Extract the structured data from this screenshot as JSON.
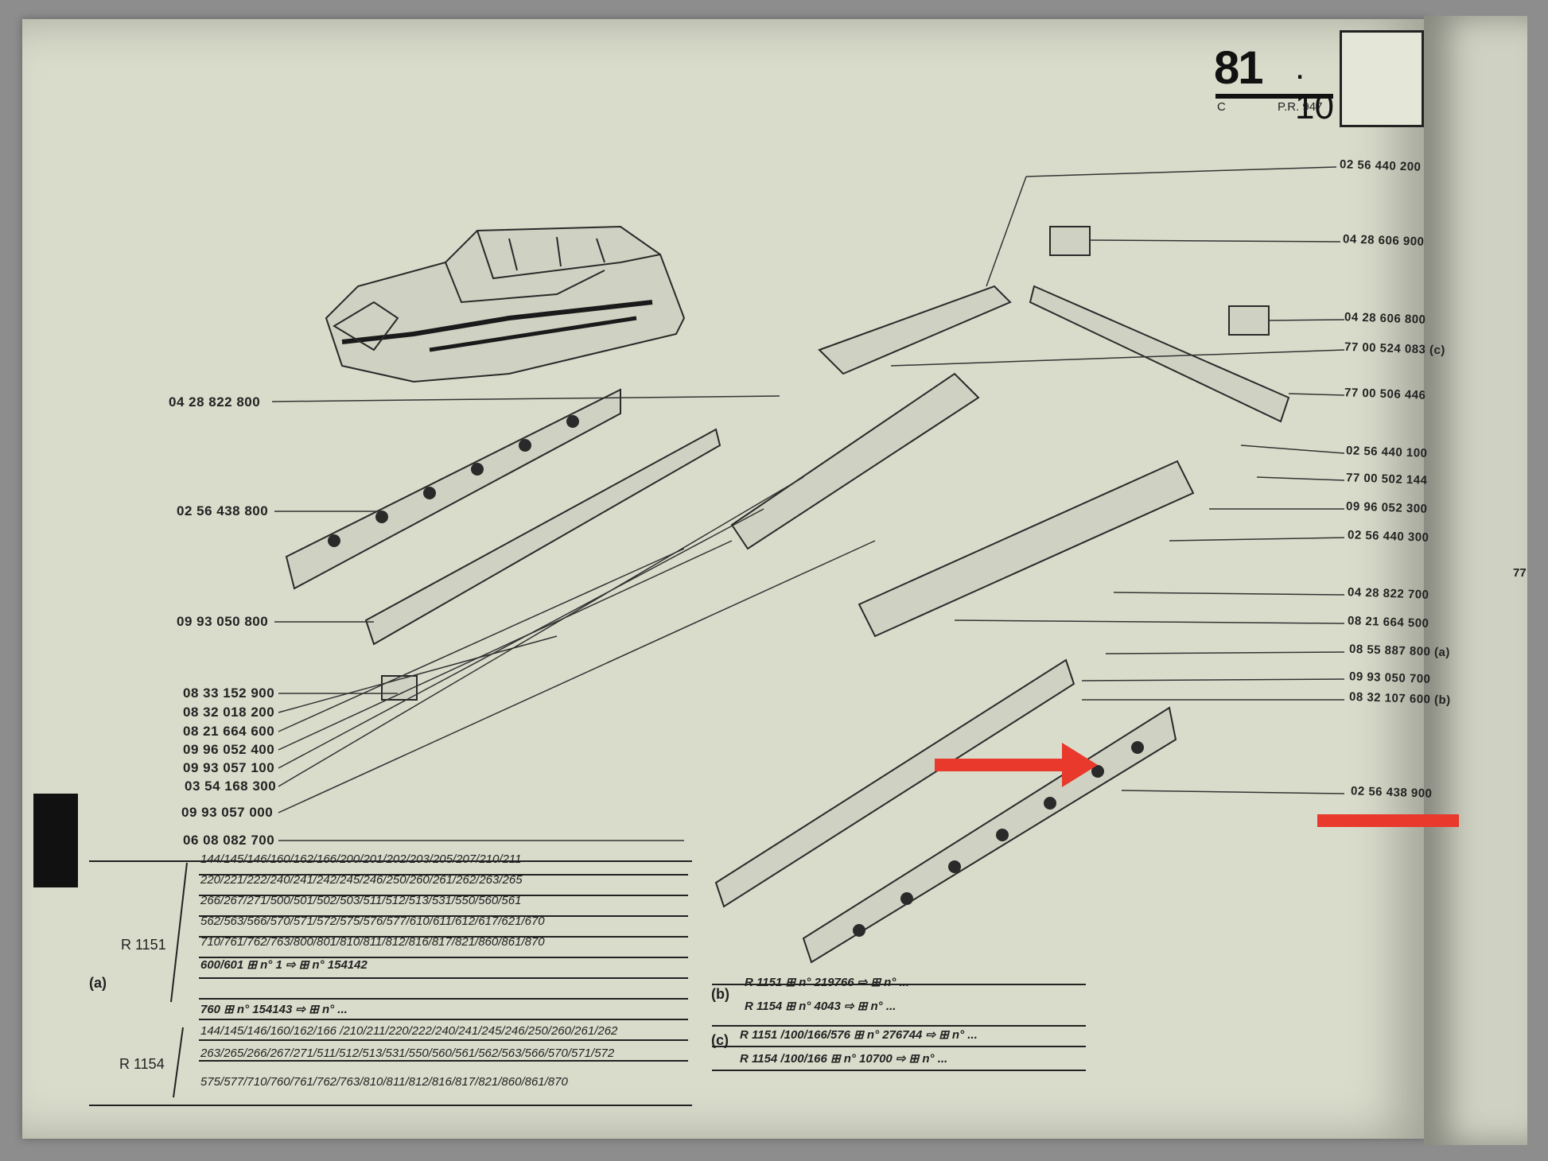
{
  "header": {
    "section": "81",
    "subsection": ". 10",
    "letter": "C",
    "pr": "P.R. 947"
  },
  "left_refs": [
    {
      "code": "04 28 822 800"
    },
    {
      "code": "02 56 438 800"
    },
    {
      "code": "09 93 050 800"
    },
    {
      "code": "08 33 152 900"
    },
    {
      "code": "08 32 018 200"
    },
    {
      "code": "08 21 664 600"
    },
    {
      "code": "09 96 052 400"
    },
    {
      "code": "09 93 057 100"
    },
    {
      "code": "03 54 168 300"
    },
    {
      "code": "09 93 057 000"
    },
    {
      "code": "06 08 082 700"
    }
  ],
  "right_refs": [
    {
      "code": "02 56 440 200"
    },
    {
      "code": "04 28 606 900"
    },
    {
      "code": "04 28 606 800"
    },
    {
      "code": "77 00 524 083 (c)"
    },
    {
      "code": "77 00 506 446"
    },
    {
      "code": "02 56 440 100"
    },
    {
      "code": "77 00 502 144"
    },
    {
      "code": "09 96 052 300"
    },
    {
      "code": "02 56 440 300"
    },
    {
      "code": "04 28 822 700"
    },
    {
      "code": "08 21 664 500"
    },
    {
      "code": "08 55 887 800 (a)"
    },
    {
      "code": "09 93 050 700"
    },
    {
      "code": "08 32 107 600 (b)"
    },
    {
      "code": "02 56 438 900"
    }
  ],
  "table_a": {
    "marker": "(a)",
    "r1151_label": "R 1151",
    "r1154_label": "R 1154",
    "r1151_rows": [
      "144/145/146/160/162/166/200/201/202/203/205/207/210/211",
      "220/221/222/240/241/242/245/246/250/260/261/262/263/265",
      "266/267/271/500/501/502/503/511/512/513/531/550/560/561",
      "562/563/566/570/571/572/575/576/577/610/611/612/617/621/670",
      "710/761/762/763/800/801/810/811/812/816/817/821/860/861/870",
      "600/601 ⊞ n°     1 ⇨ ⊞ n° 154142",
      "760 ⊞ n°  154143 ⇨ ⊞ n°     ..."
    ],
    "r1154_rows": [
      "144/145/146/160/162/166 /210/211/220/222/240/241/245/246/250/260/261/262",
      "263/265/266/267/271/511/512/513/531/550/560/561/562/563/566/570/571/572",
      "575/577/710/760/761/762/763/810/811/812/816/817/821/860/861/870"
    ]
  },
  "table_b": {
    "marker": "(b)",
    "rows": [
      "R 1151  ⊞ n°  219766 ⇨ ⊞ n°    ...",
      "R 1154  ⊞ n°    4043 ⇨ ⊞ n°    ..."
    ]
  },
  "table_c": {
    "marker": "(c)",
    "rows": [
      "R 1151 /100/166/576 ⊞ n° 276744 ⇨ ⊞ n° ...",
      "R 1154 /100/166 ⊞ n°  10700 ⇨ ⊞ n° ..."
    ]
  },
  "edge_mark": "77",
  "colors": {
    "paper": "#d9dccb",
    "ink": "#222222",
    "annotation": "#e8392c",
    "background": "#8d8d8d"
  }
}
